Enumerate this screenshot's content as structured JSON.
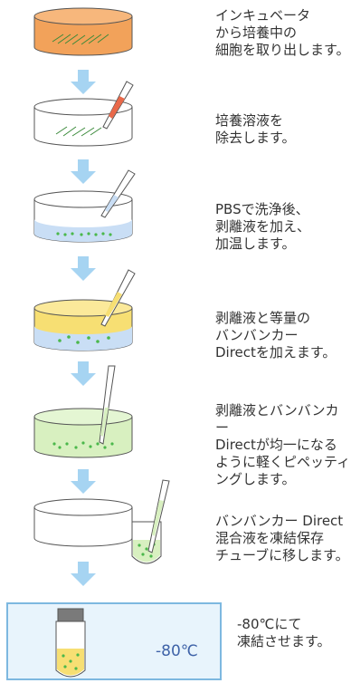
{
  "steps": [
    {
      "text": "インキュベータ\nから培養中の\n細胞を取り出します。"
    },
    {
      "text": "培養溶液を\n除去します。"
    },
    {
      "text": "PBSで洗浄後、\n剥離液を加え、\n加温します。"
    },
    {
      "text": "剥離液と等量の\nバンバンカー\nDirectを加えます。"
    },
    {
      "text": "剥離液とバンバンカー\nDirectが均一になる\nように軽くピペッティ\nングします。"
    },
    {
      "text": "バンバンカー Direct\n混合液を凍結保存\nチューブに移します。"
    },
    {
      "text": "-80℃にて\n凍結させます。"
    }
  ],
  "freezer": {
    "label": "-80℃"
  },
  "colors": {
    "arrow": "#a6d4f2",
    "dish_edge": "#555555",
    "medium_orange": "#f2a25a",
    "pbs_blue": "#c9def5",
    "reagent_yellow": "#f7df73",
    "mix_green": "#d8f0c0",
    "cell_green": "#4bb84b",
    "freezer_bg": "#e8f4fc",
    "freezer_border": "#7db8e0"
  }
}
